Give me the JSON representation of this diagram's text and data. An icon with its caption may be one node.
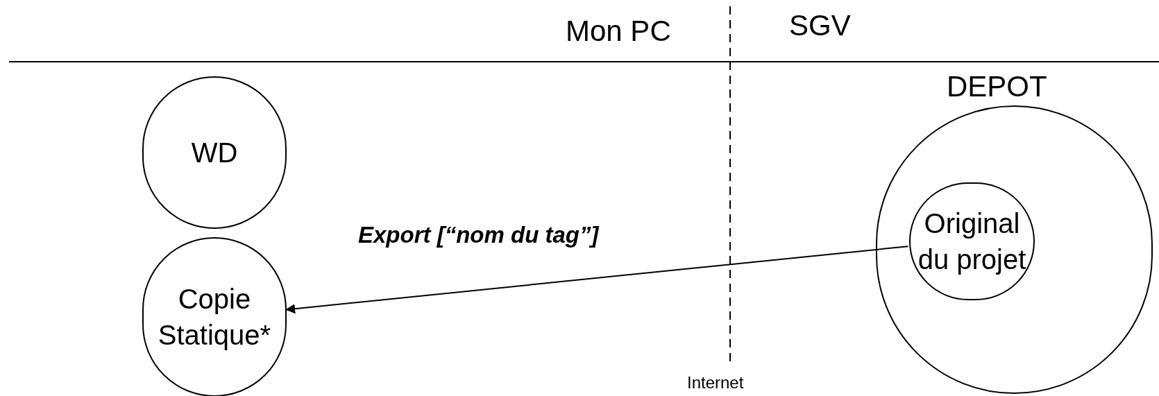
{
  "diagram": {
    "nodes": [
      {
        "text": [
          "WD"
        ]
      },
      {
        "text": [
          "Copie Statique*"
        ]
      },
      {
        "text": [
          "DEPOT"
        ]
      },
      {
        "text": [
          "Original du projet"
        ],
        "in": 2
      }
    ],
    "edges": [
      {
        "from": 3,
        "to": 1,
        "arrow": "to",
        "label": "Export [“nom du tag”]"
      }
    ],
    "labels": [
      "Mon PC",
      "SGV",
      "Internet"
    ]
  }
}
